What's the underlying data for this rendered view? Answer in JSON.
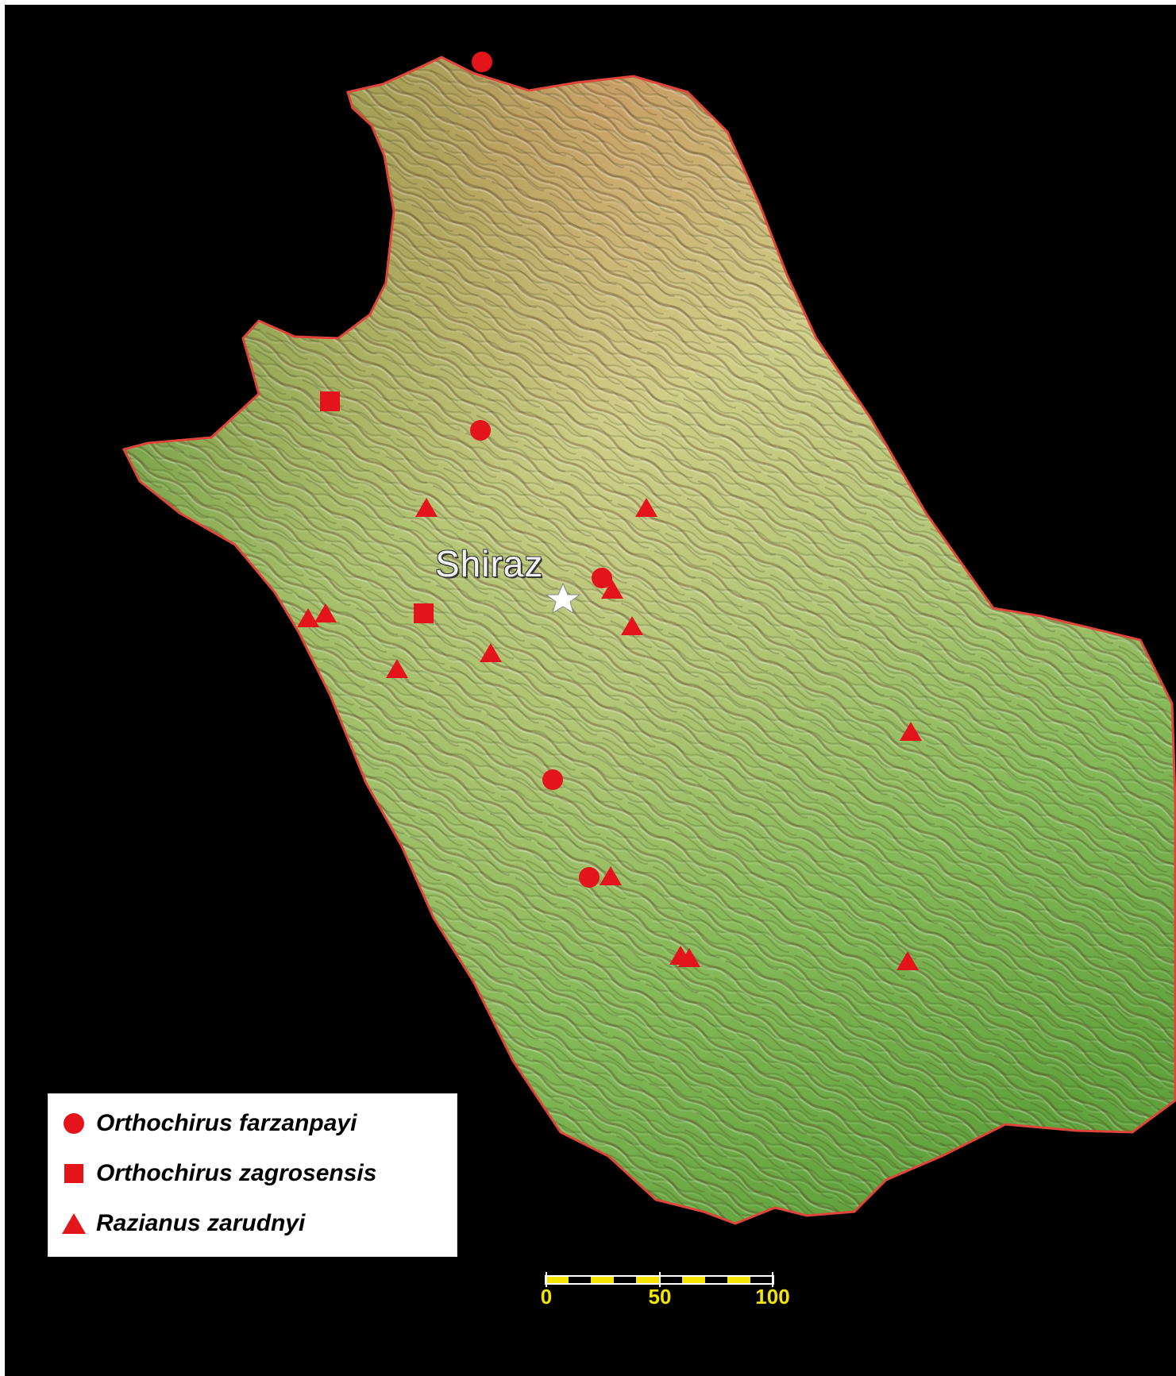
{
  "map": {
    "colors": {
      "background": "#000000",
      "border": "#e0453a",
      "lowland": "#6da844",
      "plateau": "#c9cf84",
      "highland": "#b98a52",
      "marker": "#e4141b",
      "city_marker": "#ffffff",
      "scale_yellow": "#f5e400"
    },
    "city": {
      "label": "Shiraz",
      "icon": "star-icon"
    },
    "legend": [
      {
        "symbol": "circle",
        "icon": "circle-marker-icon",
        "label": "Orthochirus farzanpayi"
      },
      {
        "symbol": "square",
        "icon": "square-marker-icon",
        "label": "Orthochirus zagrosensis"
      },
      {
        "symbol": "triangle",
        "icon": "triangle-marker-icon",
        "label": "Razianus zarudnyi"
      }
    ],
    "scale_bar": {
      "ticks": [
        "0",
        "50",
        "100"
      ]
    }
  }
}
